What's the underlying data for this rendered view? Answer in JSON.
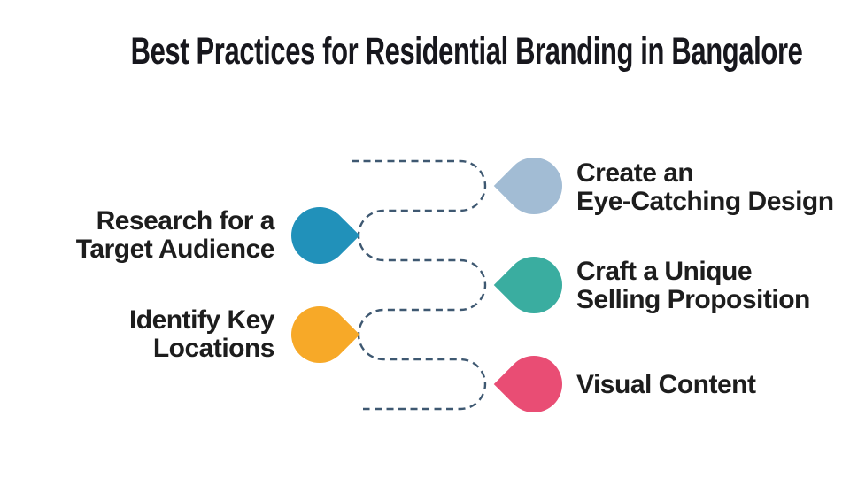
{
  "title": "Best Practices for Residential Branding in Bangalore",
  "colors": {
    "background": "#ffffff",
    "title_text": "#17171d",
    "label_text": "#1d1d1d",
    "connector_dash": "#3e5871"
  },
  "connector": {
    "style": "dashed",
    "color": "#3e5871"
  },
  "items": [
    {
      "id": "create-eye-catching-design",
      "side": "right",
      "marker_color": "#a2bcd4",
      "lines": [
        "Create an",
        "Eye-Catching Design"
      ]
    },
    {
      "id": "research-for-a-target-audience",
      "side": "left",
      "marker_color": "#2191ba",
      "lines": [
        "Research for a",
        "Target Audience"
      ]
    },
    {
      "id": "craft-a-unique-selling-proposition",
      "side": "right",
      "marker_color": "#3aada0",
      "lines": [
        "Craft a Unique",
        "Selling Proposition"
      ]
    },
    {
      "id": "identify-key-locations",
      "side": "left",
      "marker_color": "#f7a928",
      "lines": [
        "Identify Key",
        "Locations"
      ]
    },
    {
      "id": "visual-content",
      "side": "right",
      "marker_color": "#e94d74",
      "lines": [
        "Visual Content"
      ]
    }
  ]
}
